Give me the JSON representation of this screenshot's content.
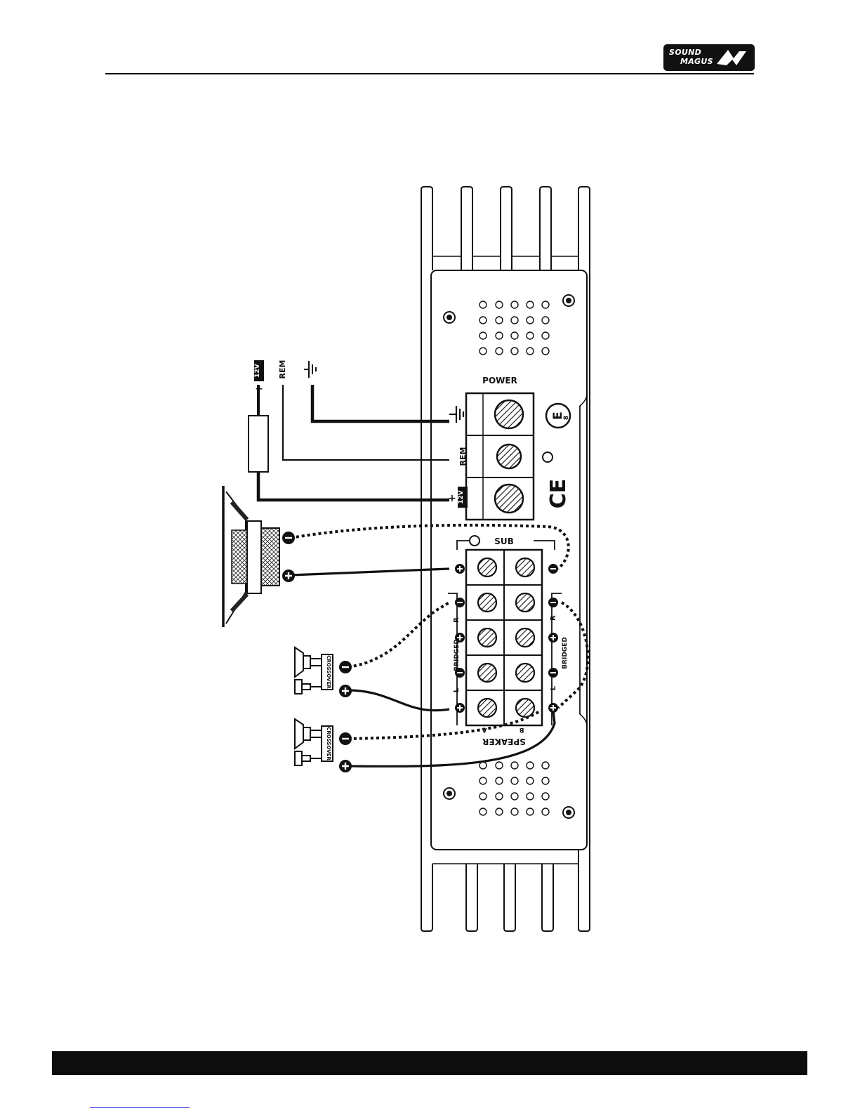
{
  "brand": {
    "line1": "SOUND",
    "line2": "MAGUS"
  },
  "labels": {
    "power": "POWER",
    "rem": "REM",
    "rem_terminal": "REM",
    "v12": "12V",
    "plus": "+",
    "sub": "SUB",
    "speaker": "SPEAKER",
    "bridged": "BRIDGED",
    "ch_r": "R",
    "ch_l": "L",
    "ch_a": "A",
    "ch_b": "B",
    "crossover": "CROSSOVER",
    "e_mark": "E",
    "e_number": "8",
    "ce_mark": "CE"
  },
  "colors": {
    "ink": "#111111",
    "footer": "#0d0d0d",
    "link": "#3b3bd6"
  }
}
